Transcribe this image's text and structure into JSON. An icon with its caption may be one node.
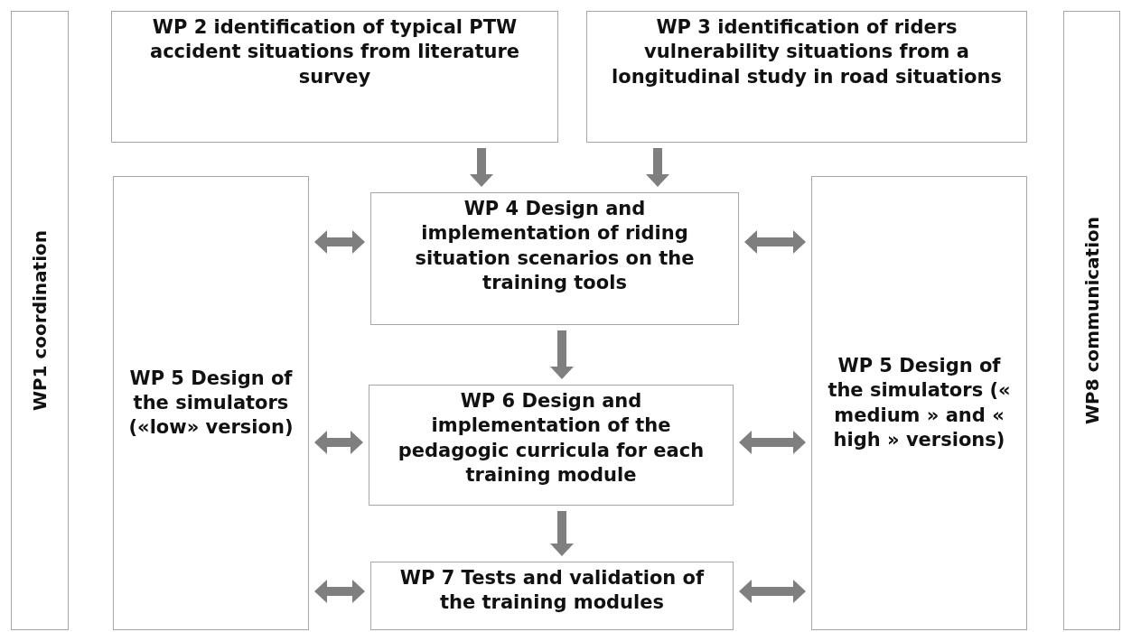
{
  "diagram": {
    "nodes": [
      {
        "text": [
          "WP1 coordination"
        ]
      },
      {
        "text": [
          "WP 2 identification of typical PTW accident situations from literature survey"
        ]
      },
      {
        "text": [
          "WP 3 identification of riders vulnerability situations from a longitudinal study in road situations"
        ]
      },
      {
        "text": [
          "WP 5 Design of the simulators («low» version)"
        ]
      },
      {
        "text": [
          "WP 4 Design and implementation of riding situation scenarios on the training tools"
        ]
      },
      {
        "text": [
          "WP 5 Design of the simulators (« medium » and « high » versions)"
        ]
      },
      {
        "text": [
          "WP 6 Design and implementation of the pedagogic curricula for each training module"
        ]
      },
      {
        "text": [
          "WP 7 Tests and validation of the training modules"
        ]
      },
      {
        "text": [
          "WP8 communication"
        ]
      }
    ],
    "edges": [
      {
        "from": 1,
        "to": 4,
        "arrow": "to"
      },
      {
        "from": 2,
        "to": 4,
        "arrow": "to"
      },
      {
        "from": 3,
        "to": 4,
        "arrow": "both"
      },
      {
        "from": 4,
        "to": 5,
        "arrow": "both"
      },
      {
        "from": 4,
        "to": 6,
        "arrow": "to"
      },
      {
        "from": 3,
        "to": 6,
        "arrow": "both"
      },
      {
        "from": 6,
        "to": 5,
        "arrow": "both"
      },
      {
        "from": 6,
        "to": 7,
        "arrow": "to"
      },
      {
        "from": 3,
        "to": 7,
        "arrow": "both"
      },
      {
        "from": 7,
        "to": 5,
        "arrow": "both"
      }
    ]
  }
}
